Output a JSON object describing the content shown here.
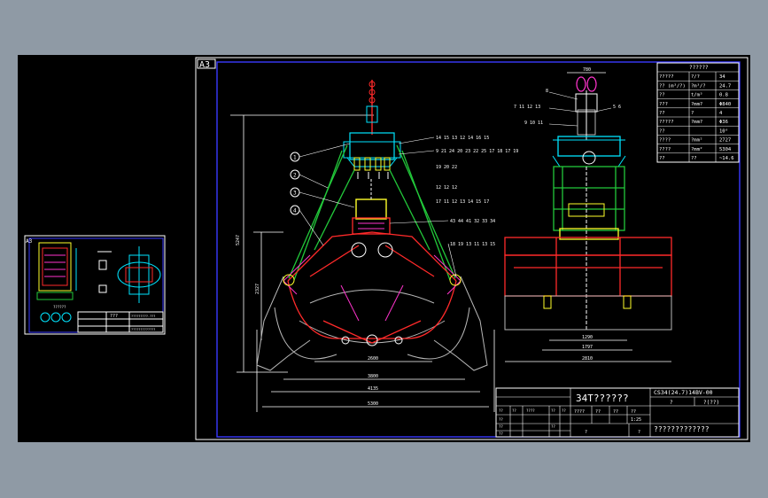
{
  "sheet": {
    "size_label": "A3"
  },
  "colors": {
    "background": "#8f9aa5",
    "canvas": "#000000",
    "frame": "#ffffff",
    "border_blue": "#3a3aff",
    "cyan": "#00e5ff",
    "green": "#22c83a",
    "red": "#ff2a2a",
    "yellow": "#ffff2a",
    "magenta": "#ff33cc"
  },
  "dims": {
    "front_height": "5247",
    "front_inner_height": "2327",
    "front_width_1": "2600",
    "front_width_2": "3800",
    "front_width_3": "4135",
    "front_width_4": "5300",
    "side_top": "780",
    "side_width_1": "1290",
    "side_width_2": "1797",
    "side_width_3": "2810"
  },
  "balloons": {
    "front_left": [
      "1",
      "2",
      "3",
      "4"
    ],
    "front_row_a": "14 15 13 12 14 16 15",
    "front_row_b": "9 21 24 20 23 22 25 17 18 17 19",
    "front_row_c": "19 20 22",
    "front_row_d": "12 12 12",
    "front_row_e": "17 11 12 13 14 15 17",
    "front_row_f": "43 44 41 32 33 34",
    "front_row_g": "18 19 13 11 13 15",
    "side_left_1": "8",
    "side_left_2": "7 11 12 13",
    "side_left_3": "9 10 11",
    "side_right_1": "5 6"
  },
  "spec_table": {
    "title": "??????",
    "rows": [
      [
        "?????",
        "?/?",
        "34"
      ],
      [
        "?? (m³/?)",
        "?m³/?",
        "24.7"
      ],
      [
        "??",
        "t/m³",
        "0.8"
      ],
      [
        "???",
        "?mm?",
        "Φ840"
      ],
      [
        "??",
        "?",
        "4"
      ],
      [
        "?????",
        "?mm?",
        "Φ36"
      ],
      [
        "??",
        "",
        "10°"
      ],
      [
        "????",
        "?mm²",
        "2727"
      ],
      [
        "????",
        "?mm²",
        "5304"
      ],
      [
        "??",
        "??",
        "~14.6"
      ]
    ]
  },
  "title_block": {
    "drawing_name": "34T??????",
    "drawing_no": "CS34(24.7)14BV-00",
    "row2_left": "?",
    "row2_right": "?(??)",
    "row3_labels": [
      "????",
      "??",
      "??",
      "??"
    ],
    "scale": "1:25",
    "row4_left": "?",
    "row4_right": "?",
    "company": "?????????????",
    "left_labels": [
      "??",
      "??",
      "????",
      "??",
      "??"
    ],
    "left_rows": [
      "??",
      "??",
      "??",
      "??"
    ]
  },
  "thumbnail": {
    "size_label": "A3",
    "caption": "??????",
    "title_left": "???",
    "title_right": "?????????-???",
    "note": "?????????????"
  }
}
